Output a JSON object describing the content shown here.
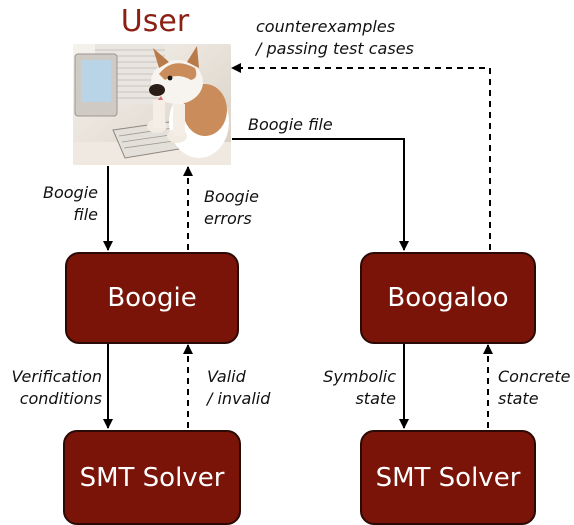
{
  "user": {
    "title": "User",
    "image": "husky puppy at a computer keyboard"
  },
  "nodes": {
    "boogie": "Boogie",
    "boogaloo": "Boogaloo",
    "smt_left": "SMT Solver",
    "smt_right": "SMT Solver"
  },
  "edges": {
    "user_to_boogie": [
      "Boogie",
      "file"
    ],
    "boogie_to_user": [
      "Boogie",
      "errors"
    ],
    "user_to_boogaloo": "Boogie file",
    "boogaloo_to_user": [
      "counterexamples",
      "/ passing test cases"
    ],
    "boogie_to_smt": [
      "Verification",
      "conditions"
    ],
    "smt_to_boogie": [
      "Valid",
      "/ invalid"
    ],
    "boogaloo_to_smt": [
      "Symbolic",
      "state"
    ],
    "smt_to_boogaloo": [
      "Concrete",
      "state"
    ]
  },
  "colors": {
    "box_fill": "#7a1408",
    "box_border": "#2b0a05",
    "title": "#8b1f13",
    "arrow": "#000000"
  }
}
